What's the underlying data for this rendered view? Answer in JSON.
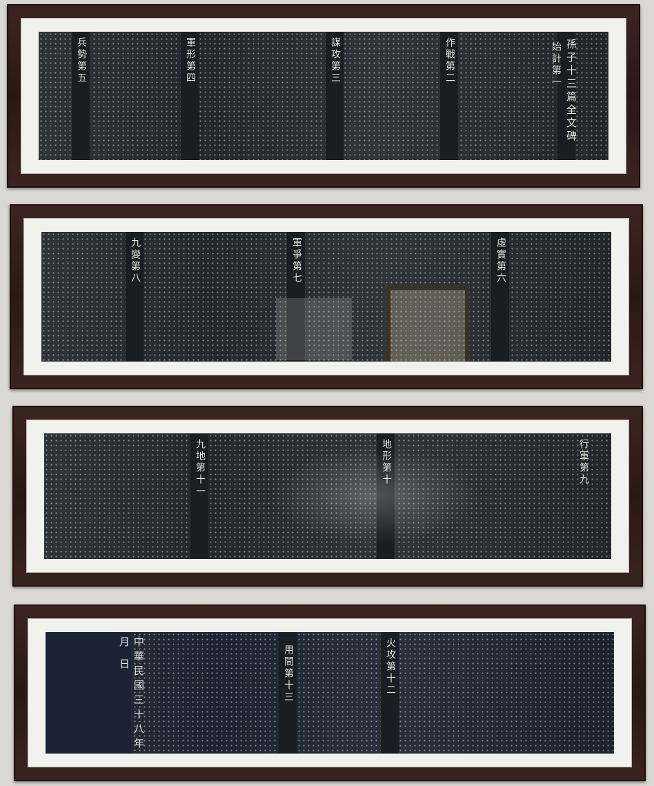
{
  "panels": [
    {
      "titles": [
        {
          "text": "孫子十三篇全文碑",
          "sub": "始計第一"
        },
        {
          "text": "作戰第二"
        },
        {
          "text": "謀攻第三"
        },
        {
          "text": "軍形第四"
        },
        {
          "text": "兵勢第五"
        }
      ]
    },
    {
      "titles": [
        {
          "text": "虛實第六"
        },
        {
          "text": "軍爭第七"
        },
        {
          "text": "九變第八"
        }
      ]
    },
    {
      "titles": [
        {
          "text": "行軍第九"
        },
        {
          "text": "地形第十"
        },
        {
          "text": "九地第十一"
        }
      ]
    },
    {
      "titles": [
        {
          "text": "火攻第十二"
        },
        {
          "text": "用間第十三"
        }
      ],
      "date": "中華民國三十八年 月 日"
    }
  ],
  "colors": {
    "wall": "#d9d8d4",
    "frame": "#2f1c1a",
    "mat": "#f1f1ee",
    "stone": "#24282c"
  }
}
